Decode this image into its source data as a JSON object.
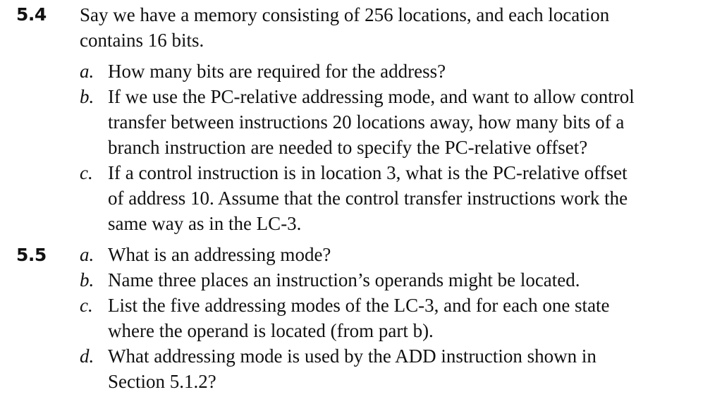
{
  "problems": [
    {
      "number": "5.4",
      "intro": [
        "Say we have a memory consisting of 256 locations, and each location",
        "contains 16 bits."
      ],
      "parts": [
        {
          "marker": "a.",
          "lines": [
            "How many bits are required for the address?"
          ]
        },
        {
          "marker": "b.",
          "lines": [
            "If we use the PC-relative addressing mode, and want to allow control",
            "transfer between instructions 20 locations away, how many bits of a",
            "branch instruction are needed to specify the PC-relative offset?"
          ]
        },
        {
          "marker": "c.",
          "lines": [
            "If a control instruction is in location 3, what is the PC-relative offset",
            "of address 10. Assume that the control transfer instructions work the",
            "same way as in the LC-3."
          ]
        }
      ]
    },
    {
      "number": "5.5",
      "parts": [
        {
          "marker": "a.",
          "lines": [
            "What is an addressing mode?"
          ]
        },
        {
          "marker": "b.",
          "lines": [
            "Name three places an instruction’s operands might be located."
          ]
        },
        {
          "marker": "c.",
          "lines": [
            "List the five addressing modes of the LC-3, and for each one state",
            "where the operand is located (from part b)."
          ]
        },
        {
          "marker": "d.",
          "lines": [
            "What addressing mode is used by the ADD instruction shown in",
            "Section 5.1.2?"
          ]
        }
      ]
    }
  ]
}
